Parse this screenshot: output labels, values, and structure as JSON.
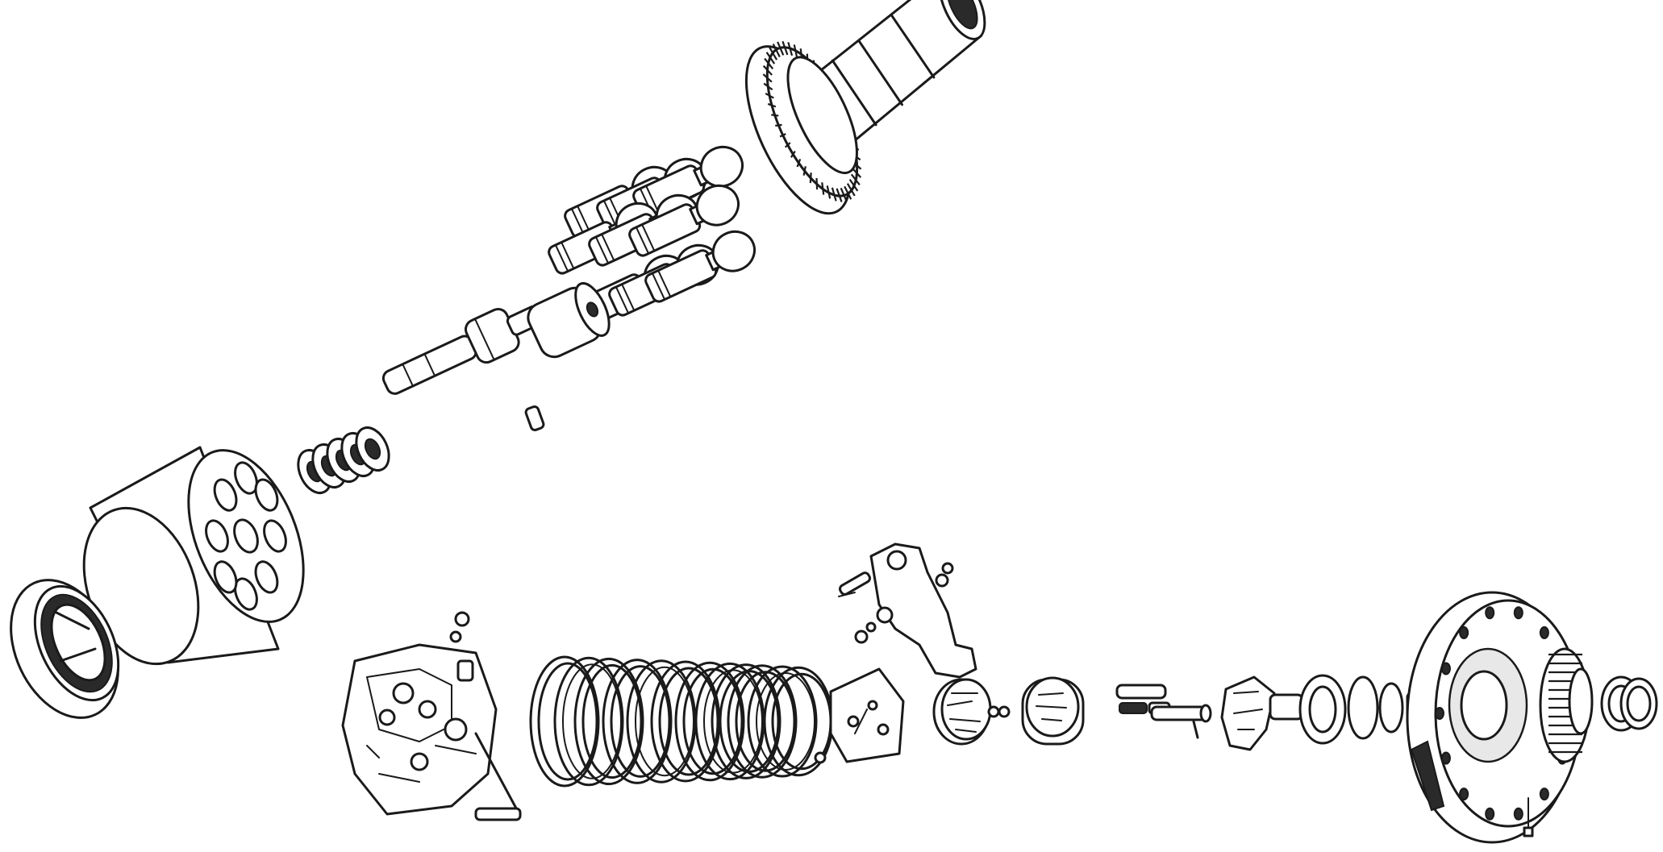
{
  "diagram": {
    "kind": "exploded-assembly-drawing",
    "background": "#ffffff",
    "line_color": "#1a1a1a",
    "parts": [
      {
        "id": "drive-shaft-with-gear"
      },
      {
        "id": "piston-shoe-assemblies",
        "count": 9
      },
      {
        "id": "center-pin"
      },
      {
        "id": "spring-retainer"
      },
      {
        "id": "small-pin"
      },
      {
        "id": "cylinder-spring-washers"
      },
      {
        "id": "cylinder-block",
        "bores": 9
      },
      {
        "id": "valve-plate"
      },
      {
        "id": "end-cover-housing"
      },
      {
        "id": "o-ring-seal-stack"
      },
      {
        "id": "swash-yoke-bracket"
      },
      {
        "id": "control-cover-plate"
      },
      {
        "id": "control-valve-disc"
      },
      {
        "id": "pilot-valve-spool"
      },
      {
        "id": "regulator-piston"
      },
      {
        "id": "shaft-bearing-set"
      },
      {
        "id": "pump-main-housing"
      },
      {
        "id": "shaft-seal-rings"
      }
    ]
  }
}
